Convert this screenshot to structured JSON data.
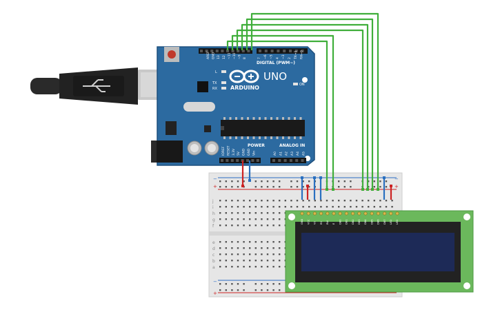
{
  "board": {
    "brand": "ARDUINO",
    "model": "UNO",
    "header_digital": "DIGITAL (PWM~)",
    "header_power": "POWER",
    "header_analog": "ANALOG IN",
    "top_pins": [
      "AREF",
      "GND",
      "13",
      "12",
      "~11",
      "~10",
      "~9",
      "8",
      "7",
      "~6",
      "~5",
      "4",
      "~3",
      "2",
      "TX→1",
      "RX←0"
    ],
    "power_pins": [
      "IOREF",
      "RESET",
      "3.3V",
      "5V",
      "GND",
      "GND",
      "Vin"
    ],
    "analog_pins": [
      "A0",
      "A1",
      "A2",
      "A3",
      "A4",
      "A5"
    ],
    "led_labels": {
      "l": "L",
      "tx": "TX",
      "rx": "RX",
      "on": "ON"
    }
  },
  "breadboard": {
    "rail_plus": "+",
    "rail_minus": "−",
    "row_letters_top": [
      "j",
      "i",
      "h",
      "g",
      "f"
    ],
    "row_letters_bottom": [
      "e",
      "d",
      "c",
      "b",
      "a"
    ]
  },
  "lcd": {
    "pin_labels": [
      "GND",
      "VCC",
      "V0",
      "RS",
      "RW",
      "E",
      "DB0",
      "DB1",
      "DB2",
      "DB3",
      "DB4",
      "DB5",
      "DB6",
      "DB7",
      "LED",
      "LED"
    ]
  },
  "colors": {
    "board": "#2c6aa0",
    "board_dark": "#1d4f7d",
    "wire_green": "#3fae3a",
    "wire_red": "#cc2222",
    "wire_blue": "#2a70c0",
    "lcd_pcb": "#6bb85c",
    "lcd_screen": "#1d2a57",
    "breadboard": "#e6e6e6"
  }
}
